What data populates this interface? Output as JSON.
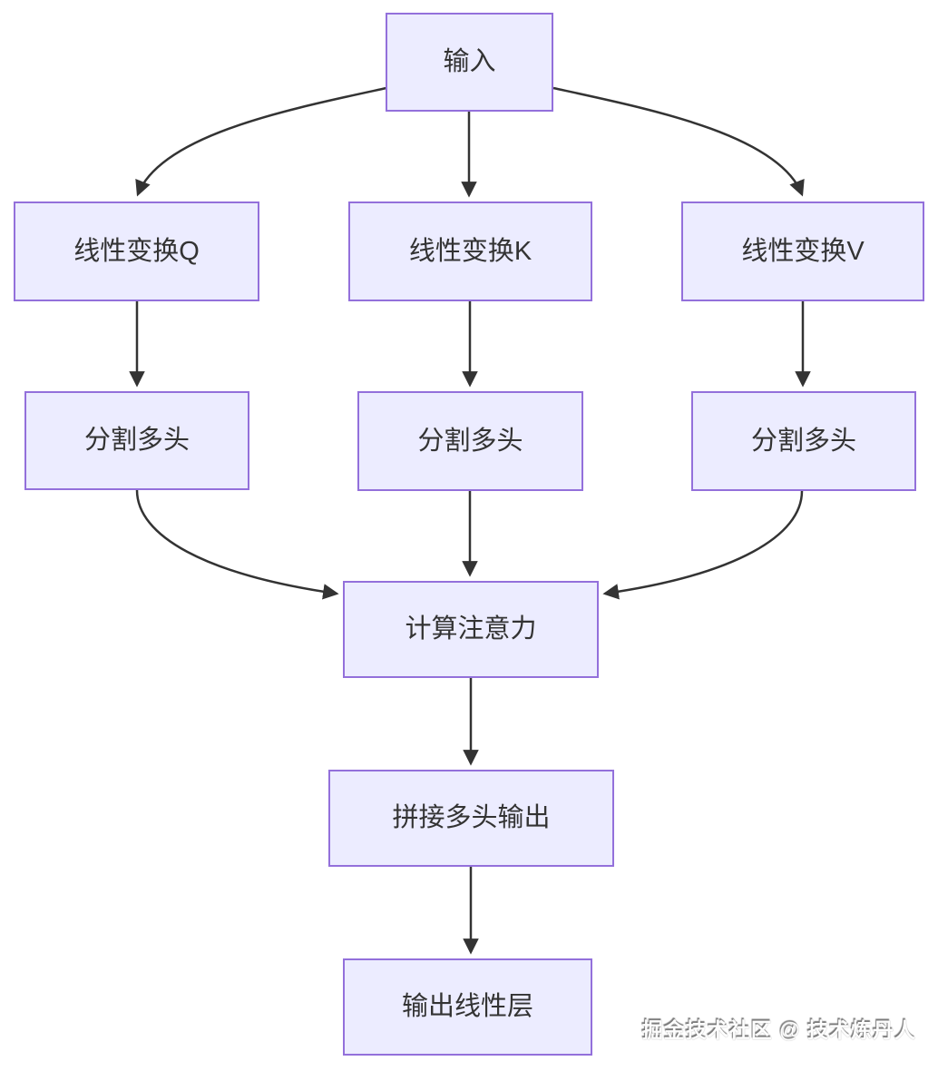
{
  "colors": {
    "background": "#FFFFFF",
    "node_fill": "#ECECFF",
    "node_border": "#9370DB",
    "node_text": "#333333",
    "arrow": "#333333"
  },
  "diagram": {
    "type": "flowchart",
    "nodes": {
      "input": {
        "label": "输入"
      },
      "linear_q": {
        "label": "线性变换Q"
      },
      "linear_k": {
        "label": "线性变换K"
      },
      "linear_v": {
        "label": "线性变换V"
      },
      "split_q": {
        "label": "分割多头"
      },
      "split_k": {
        "label": "分割多头"
      },
      "split_v": {
        "label": "分割多头"
      },
      "attention": {
        "label": "计算注意力"
      },
      "concat": {
        "label": "拼接多头输出"
      },
      "output": {
        "label": "输出线性层"
      }
    },
    "edges": [
      {
        "from": "input",
        "to": "linear_q"
      },
      {
        "from": "input",
        "to": "linear_k"
      },
      {
        "from": "input",
        "to": "linear_v"
      },
      {
        "from": "linear_q",
        "to": "split_q"
      },
      {
        "from": "linear_k",
        "to": "split_k"
      },
      {
        "from": "linear_v",
        "to": "split_v"
      },
      {
        "from": "split_q",
        "to": "attention"
      },
      {
        "from": "split_k",
        "to": "attention"
      },
      {
        "from": "split_v",
        "to": "attention"
      },
      {
        "from": "attention",
        "to": "concat"
      },
      {
        "from": "concat",
        "to": "output"
      }
    ]
  },
  "watermark": {
    "text": "掘金技术社区 @ 技术炼丹人"
  }
}
